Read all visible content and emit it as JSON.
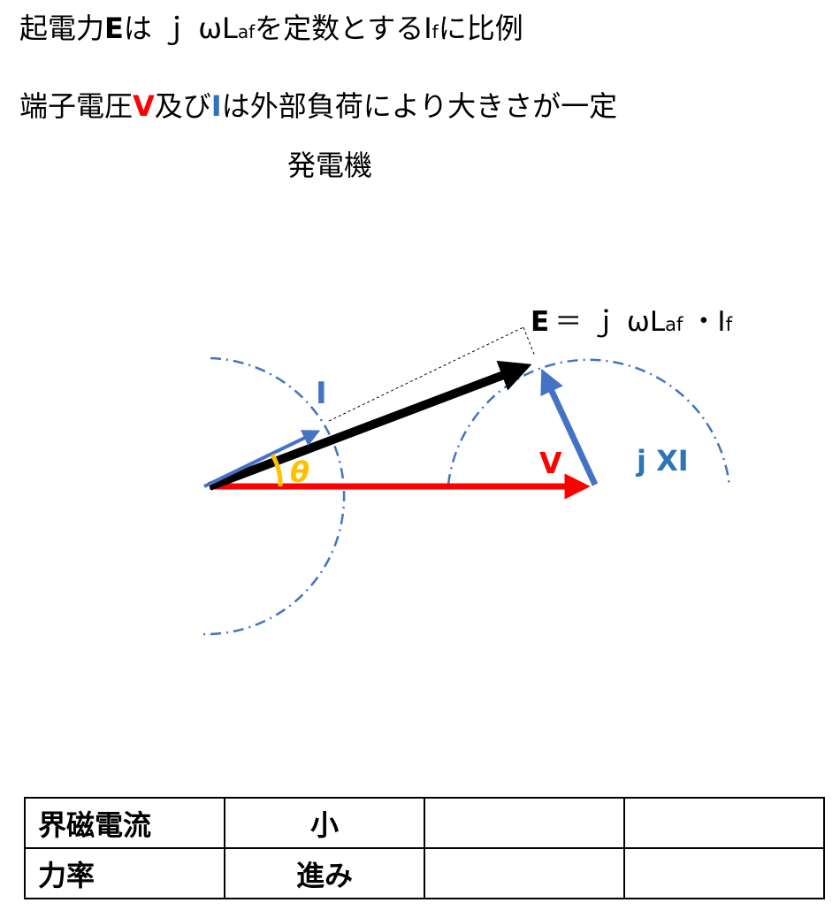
{
  "header": {
    "line1": {
      "a": "起電力",
      "b": "E",
      "c": "は ｊ ω",
      "d": "L",
      "e": "af",
      "f": "を定数とする",
      "g": "I",
      "h": "f",
      "i": "に比例"
    },
    "line2": {
      "a": "端子電圧",
      "b": "V",
      "c": "及び",
      "d": "I",
      "e": "は外部負荷により大きさが一定"
    },
    "line3": "発電機"
  },
  "diagram": {
    "eq_E": "E",
    "eq_rest": "＝ ｊ ω",
    "eq_L": "L",
    "eq_af": "af",
    "eq_dot": "・",
    "eq_I": "I",
    "eq_f": "f",
    "label_I": "I",
    "label_theta": "θ",
    "label_V": "V",
    "label_jXI": "j XI",
    "colors": {
      "V": "#ff0000",
      "I": "#4472c4",
      "E": "#000000",
      "theta": "#ffc000",
      "label_blue": "#2e75b6"
    }
  },
  "table": {
    "rows": [
      [
        "界磁電流",
        "小",
        "",
        ""
      ],
      [
        "力率",
        "進み",
        "",
        ""
      ]
    ]
  }
}
